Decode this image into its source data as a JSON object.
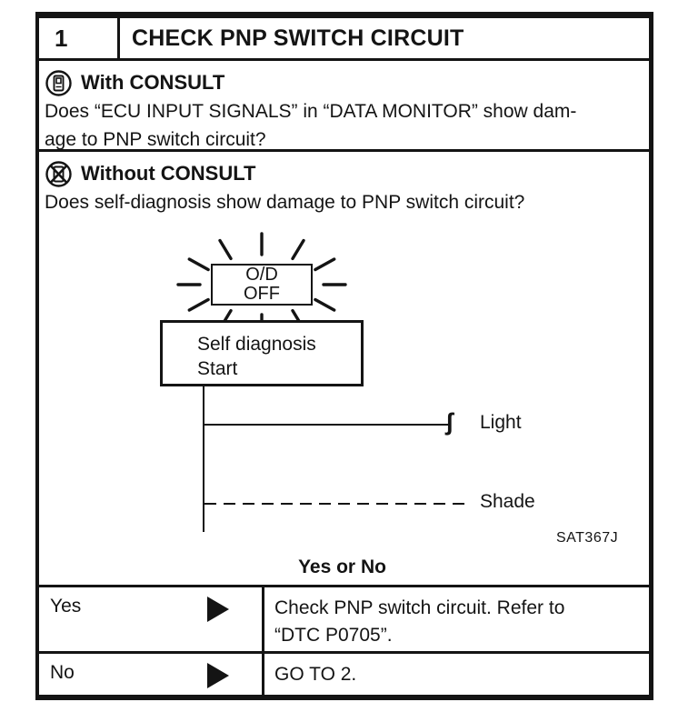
{
  "step": {
    "number": "1",
    "title": "CHECK PNP SWITCH CIRCUIT"
  },
  "with_consult": {
    "icon": "consult-device-icon",
    "heading": "With CONSULT",
    "question_line1": "Does “ECU INPUT SIGNALS” in “DATA MONITOR” show dam-",
    "question_line2": "age to PNP switch circuit?"
  },
  "without_consult": {
    "icon": "consult-device-crossed-icon",
    "heading": "Without CONSULT",
    "question": "Does self-diagnosis show damage to PNP switch circuit?"
  },
  "diagram": {
    "indicator": {
      "line1": "O/D",
      "line2": "OFF",
      "state": "flashing"
    },
    "start_box": {
      "line1": "Self diagnosis",
      "line2": "Start"
    },
    "light_label": "Light",
    "shade_label": "Shade",
    "break_mark": "ʃ",
    "figure_code": "SAT367J"
  },
  "decision": {
    "prompt": "Yes or No",
    "arrow_icon": "play-arrow-icon",
    "rows": [
      {
        "answer": "Yes",
        "action_line1": "Check PNP switch circuit. Refer to",
        "action_line2": "“DTC P0705”."
      },
      {
        "answer": "No",
        "action_line1": "GO TO 2.",
        "action_line2": ""
      }
    ]
  },
  "colors": {
    "ink": "#141414",
    "paper": "#ffffff"
  }
}
